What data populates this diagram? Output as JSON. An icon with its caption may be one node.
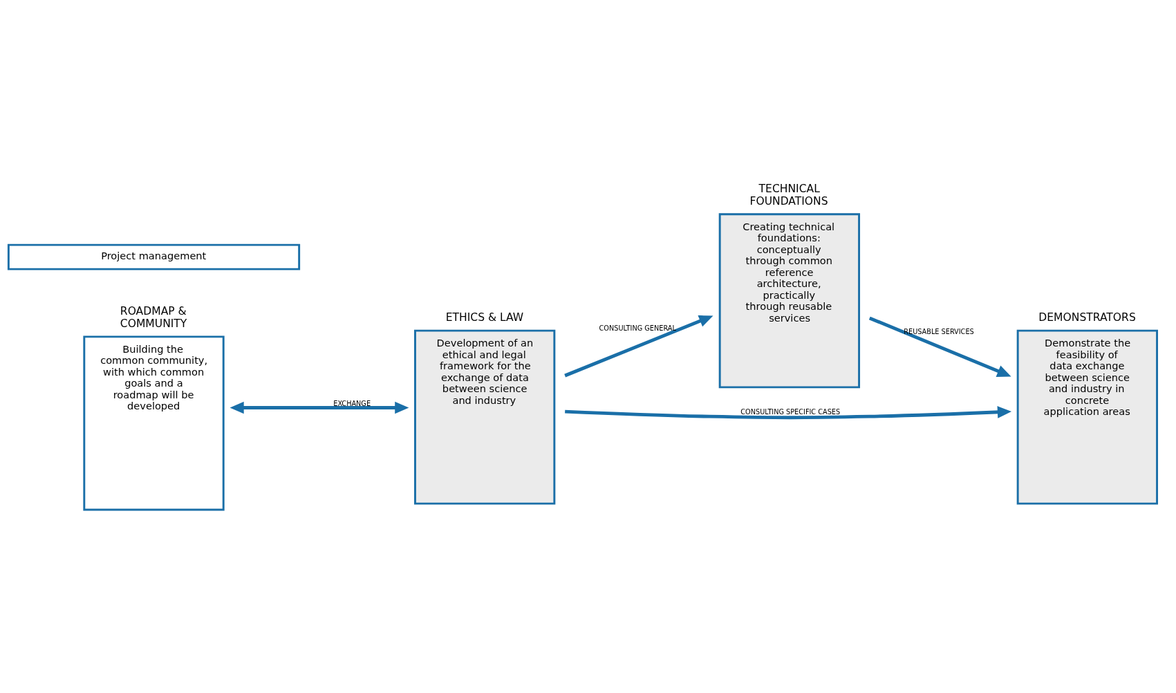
{
  "diagram": {
    "nodes": [
      {
        "text": [
          "ROADMAP & COMMUNITY",
          "Building the common community, with which common goals and a roadmap will be developed"
        ]
      },
      {
        "text": [
          "ETHICS & LAW",
          "Development of an ethical and legal framework for the exchange of data between science and industry"
        ]
      },
      {
        "text": [
          "TECHNICAL FOUNDATIONS",
          "Creating technical foundations: conceptually through common reference architecture, practically through reusable services"
        ]
      },
      {
        "text": [
          "DEMONSTRATORS",
          "Demonstrate the feasibility of data exchange between science and industry in concrete application areas"
        ]
      },
      {
        "text": [
          "Project management"
        ]
      }
    ],
    "edges": [
      {
        "from": 0,
        "to": 1,
        "arrow": "both",
        "label": "EXCHANGE"
      },
      {
        "from": 1,
        "to": 2,
        "arrow": "to",
        "label": "CONSULTING GENERAL"
      },
      {
        "from": 2,
        "to": 3,
        "arrow": "to",
        "label": "REUSABLE SERVICES"
      },
      {
        "from": 1,
        "to": 3,
        "arrow": "to",
        "label": "CONSULTING SPECIFIC CASES"
      }
    ]
  }
}
